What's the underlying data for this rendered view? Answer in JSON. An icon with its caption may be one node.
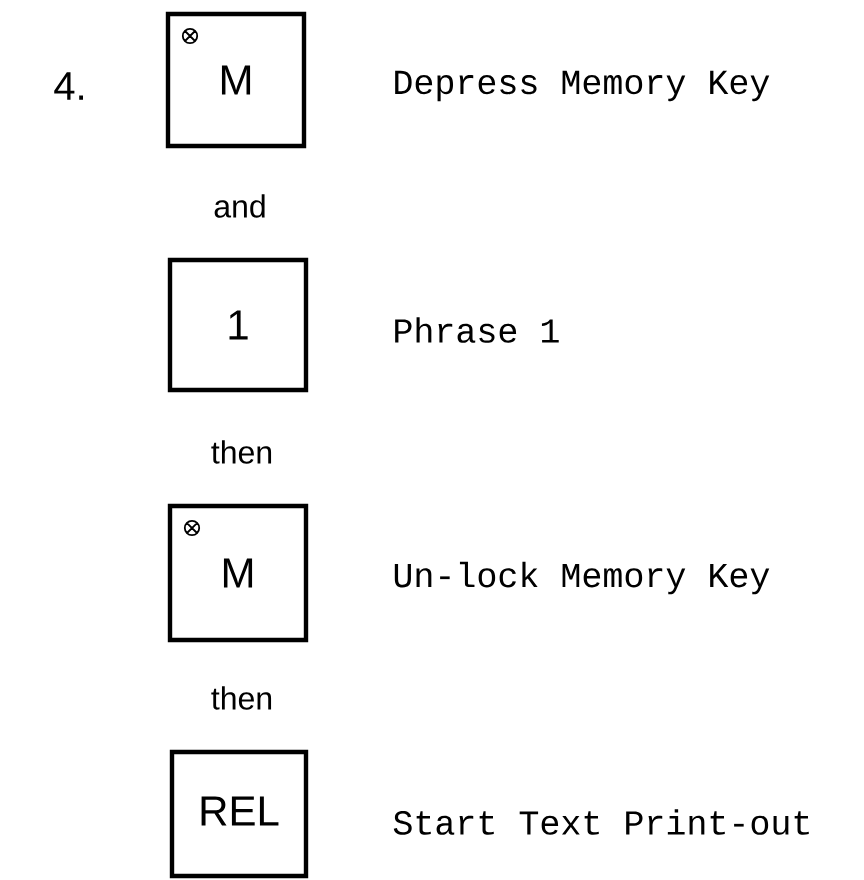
{
  "diagram": {
    "nodes": [
      {
        "text": [
          "M"
        ],
        "beside": [
          "Depress Memory Key"
        ]
      },
      {
        "text": [
          "1"
        ],
        "beside": [
          "Phrase 1"
        ]
      },
      {
        "text": [
          "M"
        ],
        "beside": [
          "Un-lock Memory Key"
        ]
      },
      {
        "text": [
          "REL"
        ],
        "beside": [
          "Start Text Print-out"
        ]
      }
    ],
    "labels": [
      "4.",
      "and",
      "then",
      "then"
    ]
  }
}
